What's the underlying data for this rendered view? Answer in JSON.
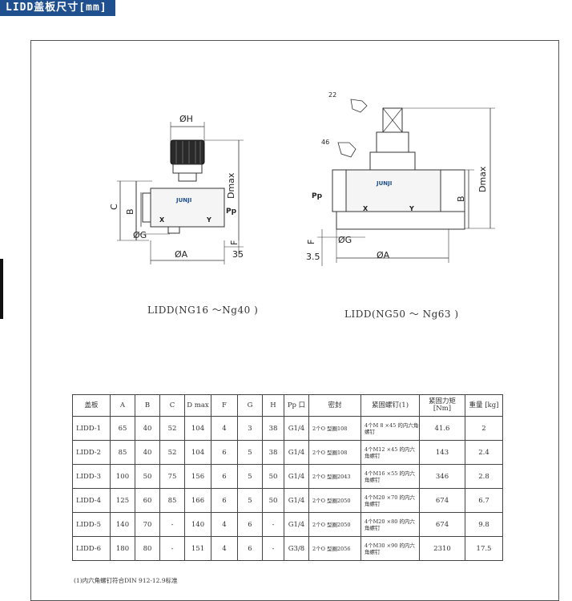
{
  "header": {
    "title": "LIDD盖板尺寸[mm]",
    "bg": "#1f4f8f"
  },
  "drawing_left": {
    "caption": "LIDD(NG16 ～Ng40 )",
    "labels": {
      "phiH": "ØH",
      "Dmax": "Dmax",
      "C": "C",
      "B": "B",
      "Pp": "Pp",
      "X": "X",
      "Y": "Y",
      "phiG": "ØG",
      "F": "F",
      "phiA": "ØA",
      "dim35": "35",
      "brand": "JUNJI"
    }
  },
  "drawing_right": {
    "caption": "LIDD(NG50 ～ Ng63 )",
    "labels": {
      "w22": "22",
      "w46": "46",
      "Dmax": "Dmax",
      "B": "B",
      "Pp": "Pp",
      "X": "X",
      "Y": "Y",
      "phiG": "ØG",
      "F": "F",
      "phiA": "ØA",
      "dim35": "3.5",
      "brand": "JUNJI"
    }
  },
  "table": {
    "headers": [
      "盖板",
      "A",
      "B",
      "C",
      "D max",
      "F",
      "G",
      "H",
      "Pp 口",
      "密封",
      "紧固螺钉(1)",
      "紧固力矩 [Nm]",
      "重量 [kg]"
    ],
    "rows": [
      [
        "LIDD-1",
        "65",
        "40",
        "52",
        "104",
        "4",
        "3",
        "38",
        "G1/4",
        "2个O 型圈108",
        "4个M 8 ×45 的内六角螺钉",
        "41.6",
        "2"
      ],
      [
        "LIDD-2",
        "85",
        "40",
        "52",
        "104",
        "6",
        "5",
        "38",
        "G1/4",
        "2个O 型圈108",
        "4个M12 ×45 的内六角螺钉",
        "143",
        "2.4"
      ],
      [
        "LIDD-3",
        "100",
        "50",
        "75",
        "156",
        "6",
        "5",
        "50",
        "G1/4",
        "2个O 型圈2043",
        "4个M16 ×55 的内六角螺钉",
        "346",
        "2.8"
      ],
      [
        "LIDD-4",
        "125",
        "60",
        "85",
        "166",
        "6",
        "5",
        "50",
        "G1/4",
        "2个O 型圈2050",
        "4个M20 ×70 的内六角螺钉",
        "674",
        "6.7"
      ],
      [
        "LIDD-5",
        "140",
        "70",
        "-",
        "140",
        "4",
        "6",
        "-",
        "G1/4",
        "2个O 型圈2050",
        "4个M20 ×80 的内六角螺钉",
        "674",
        "9.8"
      ],
      [
        "LIDD-6",
        "180",
        "80",
        "-",
        "151",
        "4",
        "6",
        "-",
        "G3/8",
        "2个O 型圈2056",
        "4个M30 ×90 的内六角螺钉",
        "2310",
        "17.5"
      ]
    ]
  },
  "footnote": "(1)内六角螺钉符合DIN 912-12.9标准"
}
